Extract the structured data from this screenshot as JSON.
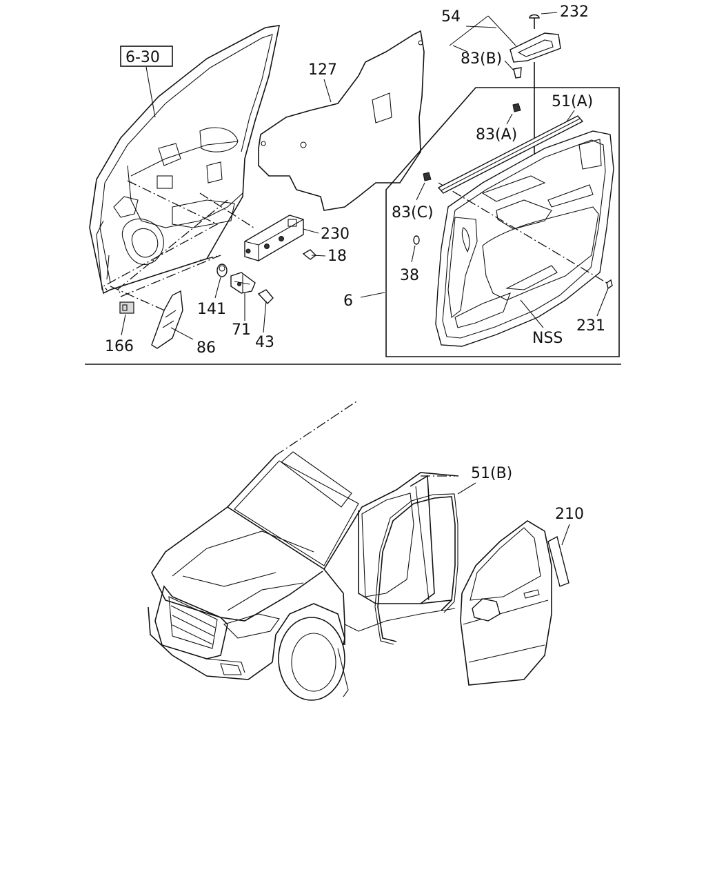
{
  "callouts": {
    "ref_6_30": "6-30",
    "p127": "127",
    "p54": "54",
    "p232": "232",
    "p83b": "83(B)",
    "p51a": "51(A)",
    "p83a": "83(A)",
    "p83c": "83(C)",
    "p38": "38",
    "p230": "230",
    "p18": "18",
    "p6": "6",
    "p141": "141",
    "p71": "71",
    "p43": "43",
    "p166": "166",
    "p86": "86",
    "p231": "231",
    "nss": "NSS",
    "p51b": "51(B)",
    "p210": "210"
  }
}
